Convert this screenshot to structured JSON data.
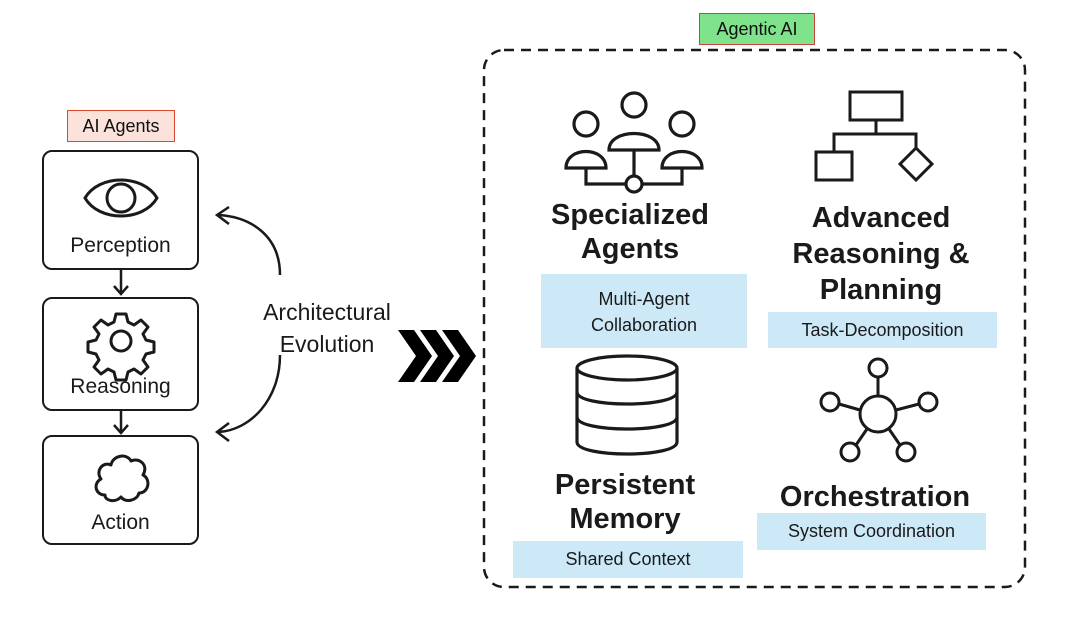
{
  "ai_agents": {
    "title": "AI Agents",
    "stages": [
      {
        "label": "Perception",
        "icon": "eye-icon"
      },
      {
        "label": "Reasoning",
        "icon": "gear-icon"
      },
      {
        "label": "Action",
        "icon": "cloud-icon"
      }
    ]
  },
  "transition": {
    "line1": "Architectural",
    "line2": "Evolution",
    "icon": "triple-chevron-right-icon"
  },
  "agentic_ai": {
    "title": "Agentic AI",
    "features": [
      {
        "title_line1": "Specialized",
        "title_line2": "Agents",
        "subtitle_line1": "Multi-Agent",
        "subtitle_line2": "Collaboration",
        "icon": "people-network-icon"
      },
      {
        "title_line1": "Advanced",
        "title_line2": "Reasoning &",
        "title_line3": "Planning",
        "subtitle": "Task-Decomposition",
        "icon": "flowchart-icon"
      },
      {
        "title_line1": "Persistent",
        "title_line2": "Memory",
        "subtitle": "Shared Context",
        "icon": "database-icon"
      },
      {
        "title": "Orchestration",
        "subtitle": "System Coordination",
        "icon": "hub-network-icon"
      }
    ]
  },
  "colors": {
    "ai_agents_tag_bg": "#fbe3dc",
    "ai_agents_tag_border": "#d9482f",
    "agentic_tag_bg": "#7ee38a",
    "subtitle_bg": "#cde9f8",
    "stroke": "#1a1a1a"
  }
}
